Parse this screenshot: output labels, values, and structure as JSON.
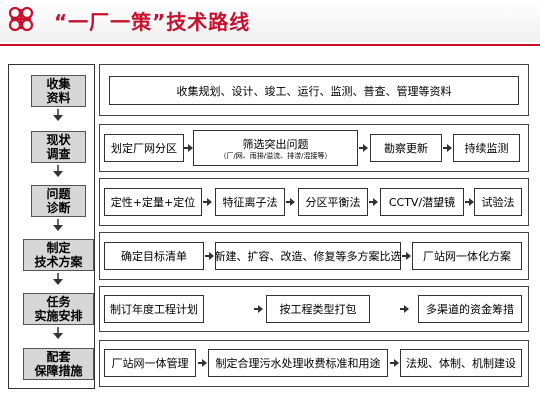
{
  "title": "“一厂一策”技术路线",
  "steps": [
    {
      "label": "收集\n资料"
    },
    {
      "label": "现状\n调查"
    },
    {
      "label": "问题\n诊断"
    },
    {
      "label": "制定\n技术方案"
    },
    {
      "label": "任务\n实施安排"
    },
    {
      "label": "配套\n保障措施"
    }
  ],
  "rows": {
    "r1": [
      "收集规划、设计、竣工、运行、监测、普查、管理等资料"
    ],
    "r2": [
      "划定厂网分区",
      "筛选突出问题",
      "（厂/网、雨排/溢流、排涝/混接等）",
      "勘察更新",
      "持续监测"
    ],
    "r3": [
      "定性+定量+定位",
      "特征离子法",
      "分区平衡法",
      "CCTV/潜望镜",
      "试验法"
    ],
    "r4": [
      "确定目标清单",
      "新建、扩容、改造、修复等多方案比选",
      "厂站网一体化方案"
    ],
    "r5": [
      "制订年度工程计划",
      "按工程类型打包",
      "多渠道的资金筹措"
    ],
    "r6": [
      "厂站网一体管理",
      "制定合理污水处理收费标准和用途",
      "法规、体制、机制建设"
    ]
  },
  "colors": {
    "title": "#c8102e",
    "step_fill": "#d7d7d7",
    "logo": "#c8102e"
  },
  "icons": {
    "logo": "brand-logo-icon",
    "step_connector": "down-arrow-icon",
    "flow_connector": "right-arrow-icon"
  }
}
